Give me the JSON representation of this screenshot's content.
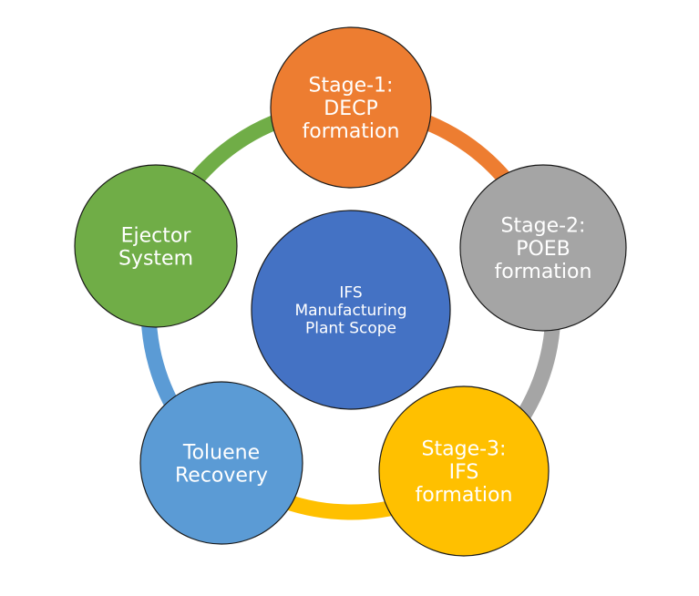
{
  "diagram": {
    "type": "cycle",
    "center": {
      "label_lines": [
        "IFS",
        "Manufacturing",
        "Plant Scope"
      ],
      "color": "#4472C4"
    },
    "nodes": [
      {
        "id": "stage-1",
        "label_lines": [
          "Stage-1:",
          "DECP",
          "formation"
        ],
        "color": "#ED7D31"
      },
      {
        "id": "stage-2",
        "label_lines": [
          "Stage-2:",
          "POEB",
          "formation"
        ],
        "color": "#A5A5A5"
      },
      {
        "id": "stage-3",
        "label_lines": [
          "Stage-3:",
          "IFS",
          "formation"
        ],
        "color": "#FFC000"
      },
      {
        "id": "toluene-recovery",
        "label_lines": [
          "Toluene",
          "Recovery"
        ],
        "color": "#5B9BD5"
      },
      {
        "id": "ejector-system",
        "label_lines": [
          "Ejector",
          "System"
        ],
        "color": "#70AD47"
      }
    ]
  }
}
